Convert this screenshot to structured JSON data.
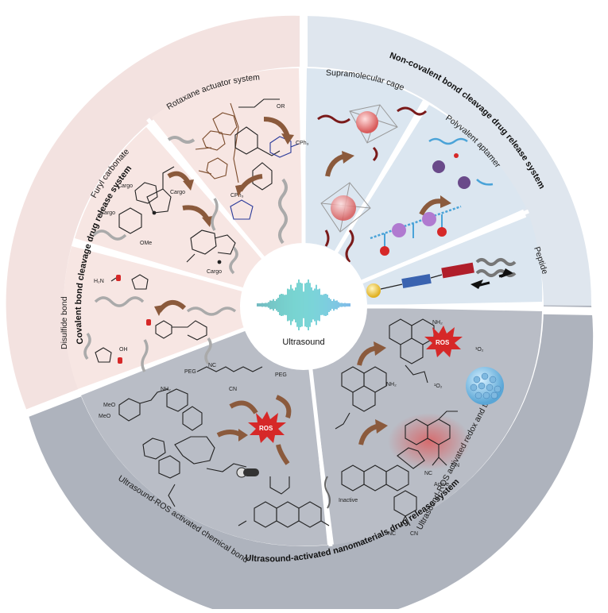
{
  "center": {
    "label": "Ultrasound"
  },
  "outer_categories": {
    "covalent": "Covalent bond cleavage drug release system",
    "noncovalent": "Non-covalent bond cleavage drug release system",
    "nanomaterials": "Ultrasound-activated nanomaterials drug release system"
  },
  "segments": {
    "rotaxane": "Rotaxane actuator system",
    "supramolecular": "Supramolecular cage",
    "polyvalent": "Polyvalent aptamer",
    "peptide": "Peptide",
    "furyl": "Furyl carbonate",
    "disulfide": "Disulfide bond",
    "chemical_bond": "Ultrasound-ROS activated chemical bond",
    "redox": "Ultrasound-ROS activated redox and thioketal"
  },
  "inner_labels": {
    "ros_left": "ROS",
    "ros_right": "ROS",
    "singlet1": "¹O₂",
    "singlet2": "¹O₂",
    "inactive": "Inactive",
    "active": "Active",
    "cargo1": "Cargo",
    "cargo2": "Cargo",
    "cargo3": "Cargo",
    "cargo4": "Cargo",
    "cph3_top": "CPh₃",
    "cph3_bottom": "CPh₃",
    "peg1": "PEG",
    "peg2": "PEG",
    "nc1": "NC",
    "cn1": "CN",
    "nh2_a": "NH₂",
    "nh2_b": "NH₂",
    "ome": "OMe",
    "meo1": "MeO",
    "meo2": "MeO",
    "oh": "OH",
    "h2n": "H₂N",
    "or": "OR",
    "nc2": "NC",
    "cn2": "CN",
    "cn3": "CN",
    "nc3": "NC"
  },
  "colors": {
    "covalent_band": "#f3e2e0",
    "covalent_sector": "#f7e6e3",
    "noncovalent_band": "#dfe6ee",
    "noncovalent_sector": "#dbe6f0",
    "nano_band": "#aeb3bd",
    "nano_sector": "#b9bdc6",
    "arrow_brown": "#8b5a3c",
    "ros_red": "#d62828"
  }
}
